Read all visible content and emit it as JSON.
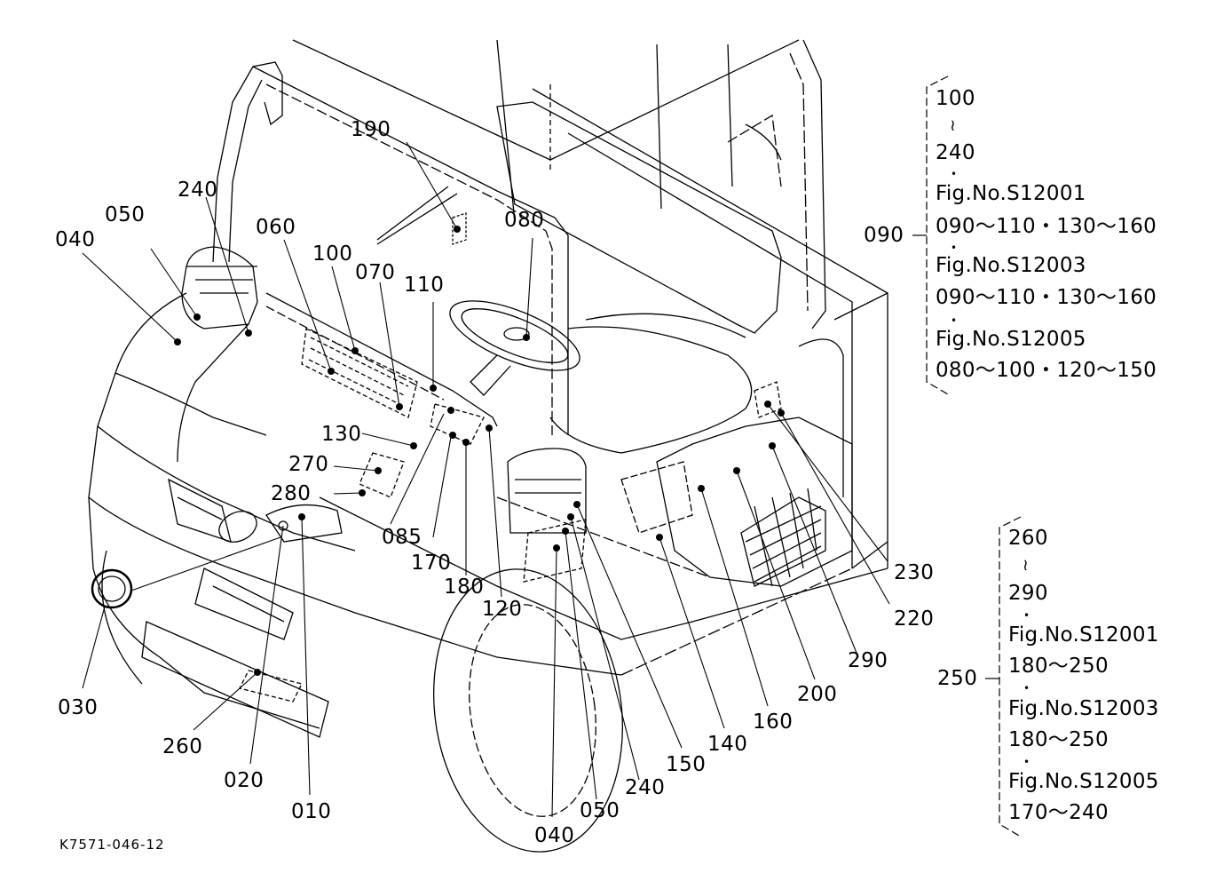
{
  "diagram": {
    "figure_code": "K7571-046-12",
    "callouts": [
      {
        "id": "240a",
        "text": "240"
      },
      {
        "id": "050a",
        "text": "050"
      },
      {
        "id": "040a",
        "text": "040"
      },
      {
        "id": "060",
        "text": "060"
      },
      {
        "id": "100",
        "text": "100"
      },
      {
        "id": "070",
        "text": "070"
      },
      {
        "id": "110",
        "text": "110"
      },
      {
        "id": "190",
        "text": "190"
      },
      {
        "id": "080",
        "text": "080"
      },
      {
        "id": "130",
        "text": "130"
      },
      {
        "id": "270",
        "text": "270"
      },
      {
        "id": "280",
        "text": "280"
      },
      {
        "id": "085",
        "text": "085"
      },
      {
        "id": "170",
        "text": "170"
      },
      {
        "id": "180",
        "text": "180"
      },
      {
        "id": "120",
        "text": "120"
      },
      {
        "id": "030",
        "text": "030"
      },
      {
        "id": "260",
        "text": "260"
      },
      {
        "id": "020",
        "text": "020"
      },
      {
        "id": "010",
        "text": "010"
      },
      {
        "id": "040b",
        "text": "040"
      },
      {
        "id": "050b",
        "text": "050"
      },
      {
        "id": "240b",
        "text": "240"
      },
      {
        "id": "150",
        "text": "150"
      },
      {
        "id": "140",
        "text": "140"
      },
      {
        "id": "160",
        "text": "160"
      },
      {
        "id": "200",
        "text": "200"
      },
      {
        "id": "290",
        "text": "290"
      },
      {
        "id": "220",
        "text": "220"
      },
      {
        "id": "230",
        "text": "230"
      }
    ],
    "group_090": {
      "ref": "090",
      "lines": [
        "100",
        "≀",
        "240",
        "•",
        "Fig.No.S12001",
        "090～110・130～160",
        "•",
        "Fig.No.S12003",
        "090～110・130～160",
        "•",
        "Fig.No.S12005",
        "080～100・120～150"
      ]
    },
    "group_250": {
      "ref": "250",
      "lines": [
        "260",
        "≀",
        "290",
        "•",
        "Fig.No.S12001",
        "180～250",
        "•",
        "Fig.No.S12003",
        "180～250",
        "•",
        "Fig.No.S12005",
        "170～240"
      ]
    }
  }
}
